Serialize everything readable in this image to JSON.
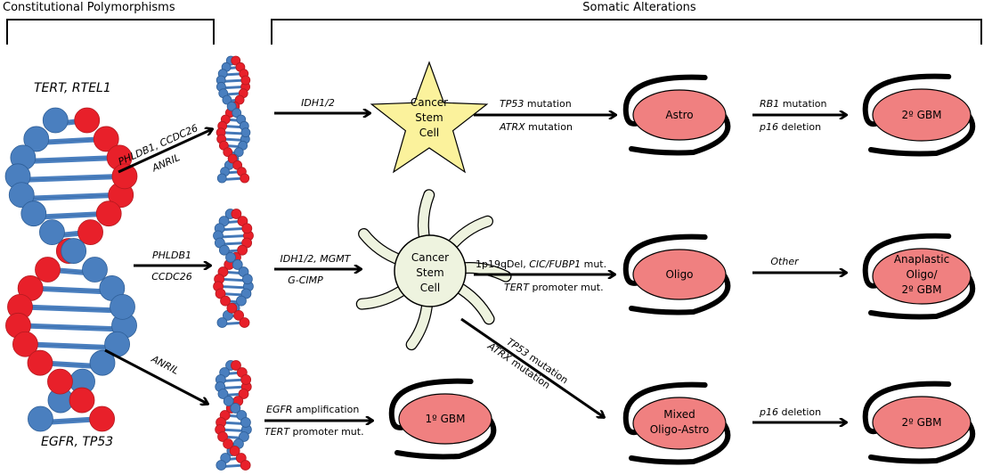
{
  "colors": {
    "dna_red": "#e8202a",
    "dna_blue": "#4a7fbf",
    "star_fill": "#fbf29c",
    "cell_fill": "#eef3df",
    "tumor_fill": "#f08080",
    "line": "#000000"
  },
  "headers": {
    "constitutional": "Constitutional Polymorphisms",
    "somatic": "Somatic Alterations"
  },
  "large_dna": {
    "top_label": "TERT, RTEL1",
    "bottom_label": "EGFR, TP53"
  },
  "arrows": {
    "to_dna_top": {
      "line1": "PHLDB1, CCDC26",
      "line2": "ANRIL"
    },
    "to_dna_mid": {
      "line1": "PHLDB1",
      "line2": "CCDC26"
    },
    "to_dna_bottom": {
      "line1": "ANRIL"
    },
    "dna_top_to_star": {
      "line1": "IDH1/2"
    },
    "dna_mid_to_cell": {
      "line1": "IDH1/2, MGMT",
      "line2": "G-CIMP"
    },
    "dna_bottom_to_gbm1": {
      "line1_italic": "EGFR",
      "line1_rest": " amplification",
      "line2_italic": "TERT",
      "line2_rest": " promoter mut."
    },
    "star_to_astro": {
      "line1_italic": "TP53",
      "line1_rest": " mutation",
      "line2_italic": "ATRX",
      "line2_rest": " mutation"
    },
    "astro_to_gbm2": {
      "line1_italic": "RB1",
      "line1_rest": " mutation",
      "line2_italic": "p16",
      "line2_rest": " deletion"
    },
    "cell_to_oligo": {
      "line1_pre": "1p19qDel, ",
      "line1_italic": "CIC/FUBP1",
      "line1_rest": " mut.",
      "line2_italic": "TERT",
      "line2_rest": " promoter mut."
    },
    "oligo_to_anaplastic": {
      "line1": "Other"
    },
    "cell_to_mixed": {
      "line1_italic": "TP53",
      "line1_rest": " mutation",
      "line2_italic": "ATRX",
      "line2_rest": " mutation"
    },
    "mixed_to_gbm2": {
      "line1_italic": "p16",
      "line1_rest": " deletion"
    }
  },
  "nodes": {
    "star_cell": [
      "Cancer",
      "Stem",
      "Cell"
    ],
    "round_cell": [
      "Cancer",
      "Stem",
      "Cell"
    ],
    "astro": [
      "Astro"
    ],
    "gbm2_top": [
      "2º GBM"
    ],
    "oligo": [
      "Oligo"
    ],
    "anaplastic": [
      "Anaplastic",
      "Oligo/",
      "2º GBM"
    ],
    "gbm1": [
      "1º GBM"
    ],
    "mixed": [
      "Mixed",
      "Oligo-Astro"
    ],
    "gbm2_bottom": [
      "2º GBM"
    ]
  }
}
